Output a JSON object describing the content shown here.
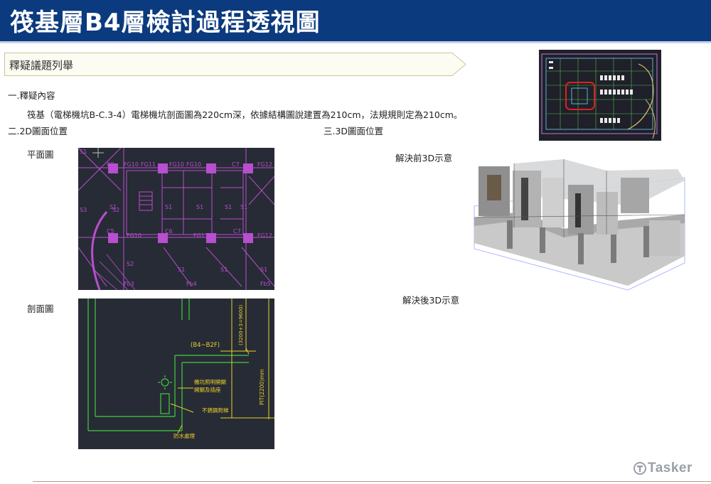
{
  "header": {
    "title": "筏基層B4層檢討過程透視圖"
  },
  "section": {
    "label": "釋疑議題列舉"
  },
  "content": {
    "q_heading": "一.釋疑內容",
    "q_body": "筏基（電梯機坑B-C.3-4）電梯機坑剖面圖為220cm深，依據結構圖說建置為210cm，法規規則定為210cm。",
    "pos2d_heading": "二.2D圖面位置",
    "pos3d_heading": "三.3D圖面位置",
    "plan_label": "平面圖",
    "section_view_label": "剖面圖",
    "before_label": "解決前3D示意",
    "after_label": "解決後3D示意"
  },
  "plan_drawing": {
    "labels": [
      "S1",
      "FG10",
      "C9",
      "FG10",
      "FG10",
      "S2",
      "C6",
      "FG10",
      "C7",
      "FG11",
      "FG12",
      "S3",
      "S1",
      "S1",
      "S1",
      "S1",
      "S1",
      "S1",
      "S2",
      "S1",
      "S1",
      "Fb3",
      "Fb4",
      "Fb5",
      "C5",
      "C7",
      "FG12",
      "FG11"
    ]
  },
  "section_drawing": {
    "level_tag": "(B4~B2F)",
    "note1": "機坑照明開關",
    "note2": "開關及插座",
    "note3": "不銹鋼爬梯",
    "note4": "防水處理",
    "dim_pit": "PIT(2200)mm",
    "dim_top": "(3200+3=9600)"
  },
  "logo": {
    "text": "Tasker"
  },
  "colors": {
    "header": "#0b3a7e",
    "cad_bg": "#272b35",
    "magenta": "#b84ed0",
    "green": "#3fcf3f",
    "yellow": "#e8d02a"
  }
}
